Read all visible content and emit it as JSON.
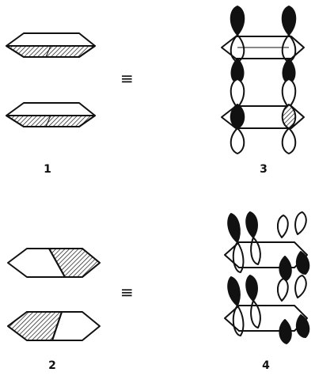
{
  "figure": {
    "equivalence_symbol": "≡",
    "labels": {
      "one": "1",
      "two": "2",
      "three": "3",
      "four": "4"
    }
  }
}
